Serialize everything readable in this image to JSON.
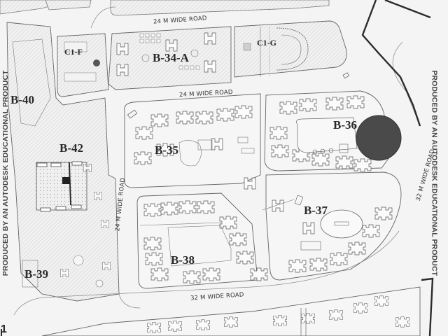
{
  "map": {
    "type": "site-plan",
    "colors": {
      "paper": "#f4f4f4",
      "hatch": "#dcdcdc",
      "line": "#6a6a6a",
      "boundary": "#2b2b2b",
      "marker": "#4a4a4a"
    },
    "plots": [
      {
        "id": "B-34-A",
        "label": "B-34-A"
      },
      {
        "id": "B-35",
        "label": "B-35"
      },
      {
        "id": "B-36",
        "label": "B-36"
      },
      {
        "id": "B-37",
        "label": "B-37"
      },
      {
        "id": "B-38",
        "label": "B-38"
      },
      {
        "id": "B-39",
        "label": "B-39"
      },
      {
        "id": "B-40",
        "label": "B-40"
      },
      {
        "id": "B-42",
        "label": "B-42"
      },
      {
        "id": "C1-F",
        "label": "C1-F"
      },
      {
        "id": "C1-G",
        "label": "C1-G"
      }
    ],
    "roads": [
      {
        "id": "road-top",
        "label": "24 M WIDE  ROAD"
      },
      {
        "id": "road-mid",
        "label": "24 M WIDE  ROAD"
      },
      {
        "id": "road-left-vertical",
        "label": "24 M WIDE  ROAD"
      },
      {
        "id": "road-bottom",
        "label": "32 M WIDE  ROAD"
      },
      {
        "id": "road-right",
        "label": "32 M WIDE  ROAD"
      }
    ],
    "watermarks": {
      "left": "PRODUCED BY AN AUTODESK EDUCATIONAL PRODUCT",
      "right": "PRODUCED BY AN AUTODESK EDUCATIONAL PRODUCT"
    },
    "page_number": "1",
    "highlight_marker": {
      "plot": "B-36",
      "shape": "circle"
    }
  }
}
